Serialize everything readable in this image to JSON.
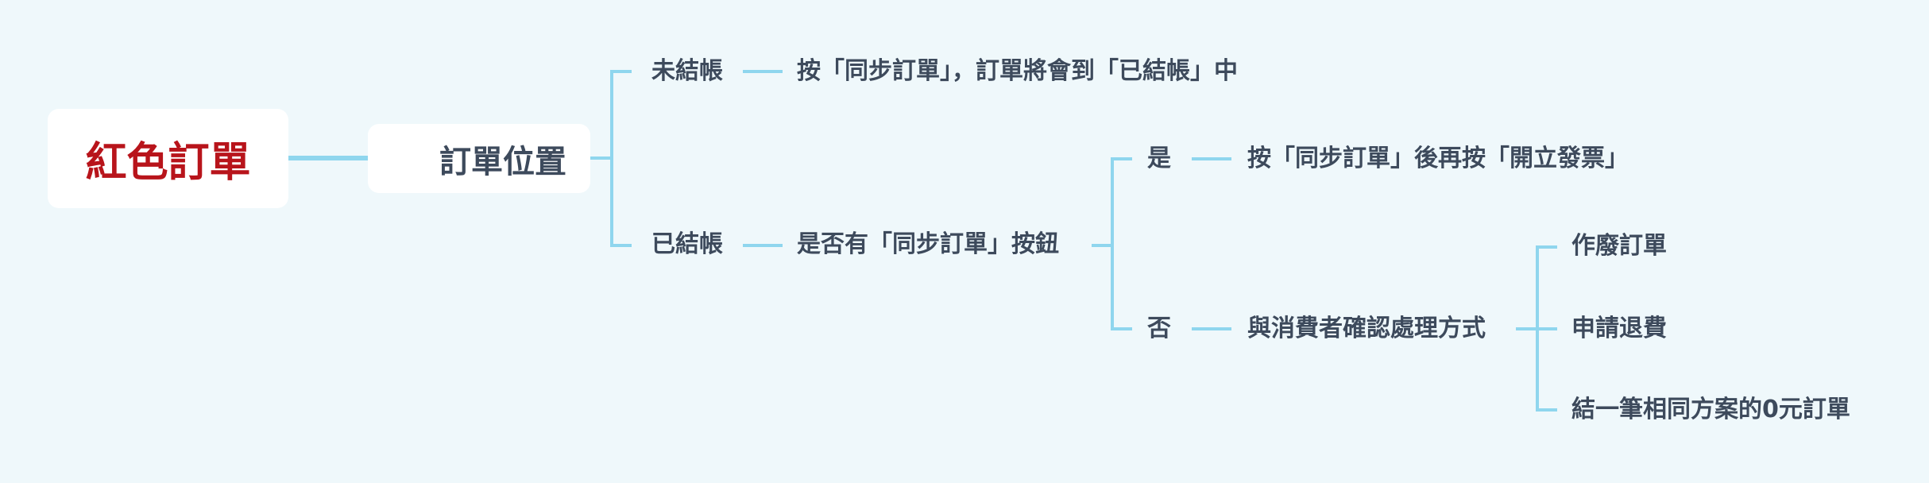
{
  "colors": {
    "background": "#eff8fb",
    "connector": "#8fd6ee",
    "root_text": "#b8141b",
    "node_text": "#3d4a5c",
    "box_fill": "#ffffff"
  },
  "root": {
    "label": "紅色訂單"
  },
  "location": {
    "label": "訂單位置"
  },
  "unsettled": {
    "label": "未結帳",
    "action": "按「同步訂單」，訂單將會到「已結帳」中"
  },
  "settled": {
    "label": "已結帳",
    "question": "是否有「同步訂單」按鈕",
    "yes": {
      "label": "是",
      "action": "按「同步訂單」後再按「開立發票」"
    },
    "no": {
      "label": "否",
      "action": "與消費者確認處理方式",
      "options": [
        "作廢訂單",
        "申請退費",
        "結一筆相同方案的0元訂單"
      ]
    }
  }
}
